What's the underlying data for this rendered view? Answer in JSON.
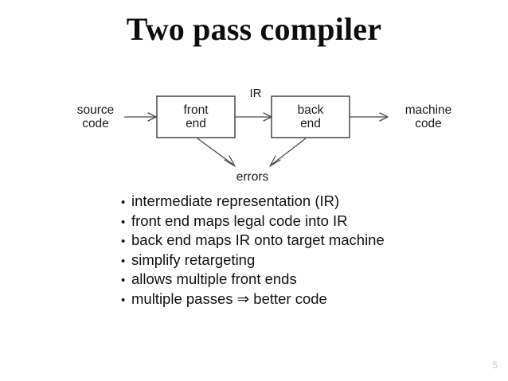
{
  "slide": {
    "title": "Two pass compiler",
    "page_number": "5",
    "background_color": "#ffffff",
    "text_color": "#111111",
    "page_number_color": "#c9c9c9"
  },
  "diagram": {
    "type": "flow",
    "nodes": [
      {
        "id": "source-code",
        "label_line1": "source",
        "label_line2": "code",
        "shape": "text"
      },
      {
        "id": "front-end",
        "label_line1": "front",
        "label_line2": "end",
        "shape": "box"
      },
      {
        "id": "back-end",
        "label_line1": "back",
        "label_line2": "end",
        "shape": "box"
      },
      {
        "id": "machine-code",
        "label_line1": "machine",
        "label_line2": "code",
        "shape": "text"
      },
      {
        "id": "errors",
        "label_line1": "errors",
        "label_line2": "",
        "shape": "text"
      }
    ],
    "edges": [
      {
        "from": "source-code",
        "to": "front-end",
        "label": ""
      },
      {
        "from": "front-end",
        "to": "back-end",
        "label": "IR"
      },
      {
        "from": "back-end",
        "to": "machine-code",
        "label": ""
      },
      {
        "from": "front-end",
        "to": "errors",
        "label": ""
      },
      {
        "from": "back-end",
        "to": "errors",
        "label": ""
      }
    ],
    "edge_label_ir": "IR",
    "stroke_color": "#4a4a4a",
    "box_stroke_color": "#3a3a3a"
  },
  "bullets": {
    "marker": "•",
    "items": [
      {
        "text": "intermediate representation (IR)"
      },
      {
        "text": "front end maps legal code into IR"
      },
      {
        "text": "back end maps IR onto target machine"
      },
      {
        "text": "simplify retargeting"
      },
      {
        "text": "allows multiple front ends"
      },
      {
        "text": "multiple passes ⇒ better code"
      }
    ]
  }
}
